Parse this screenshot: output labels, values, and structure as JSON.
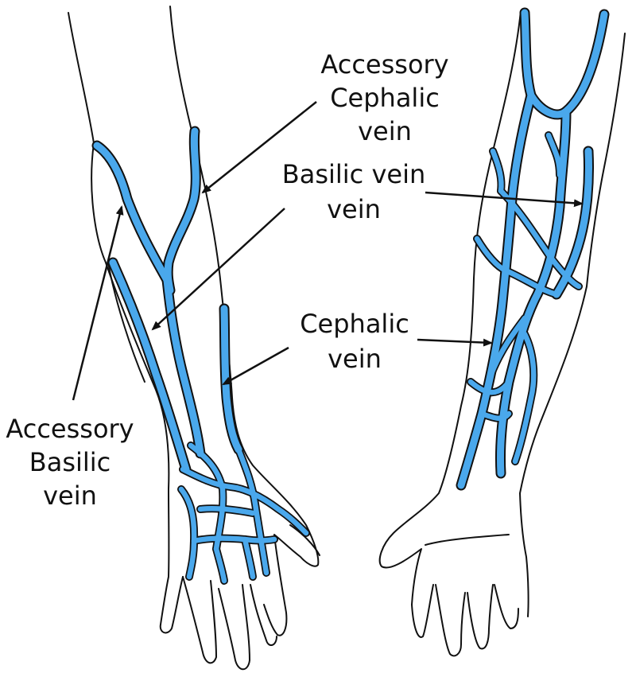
{
  "colors": {
    "vein": "#4aa8ec",
    "outline": "#111111",
    "background": "#ffffff"
  },
  "labels": {
    "accessory_cephalic": [
      "Accessory",
      "Cephalic",
      "vein"
    ],
    "basilic": [
      "Basilic vein",
      "vein"
    ],
    "cephalic": [
      "Cephalic",
      "vein"
    ],
    "accessory_basilic": [
      "Accessory",
      "Basilic",
      "vein"
    ]
  }
}
